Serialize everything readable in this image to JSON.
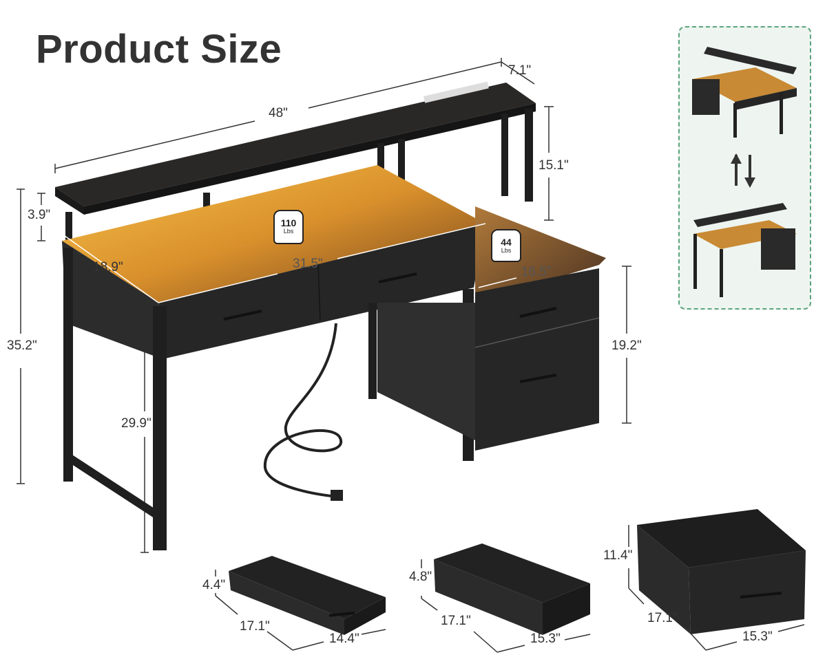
{
  "title": "Product Size",
  "colors": {
    "title": "#333333",
    "inset_border": "#5aa37a",
    "inset_bg": "#eef5f1",
    "led_glow": "#f2b13a",
    "desk_black": "#222222"
  },
  "desk": {
    "width": "48\"",
    "riser_depth": "7.1\"",
    "riser_height": "15.1\"",
    "riser_clearance": "3.9\"",
    "total_height": "35.2\"",
    "desk_depth": "18.9\"",
    "desktop_width": "31.5\"",
    "cabinet_depth": "16.5\"",
    "cabinet_height": "19.2\"",
    "desk_height": "29.9\"",
    "load_desk": {
      "value": "110",
      "unit": "Lbs"
    },
    "load_cabinet": {
      "value": "44",
      "unit": "Lbs"
    }
  },
  "inset": {
    "swap_icon": "reversible-arrows-icon"
  },
  "drawers": [
    {
      "height": "4.4\"",
      "depth": "17.1\"",
      "width": "14.4\""
    },
    {
      "height": "4.8\"",
      "depth": "17.1\"",
      "width": "15.3\""
    },
    {
      "height": "11.4\"",
      "depth": "17.1\"",
      "width": "15.3\""
    }
  ]
}
